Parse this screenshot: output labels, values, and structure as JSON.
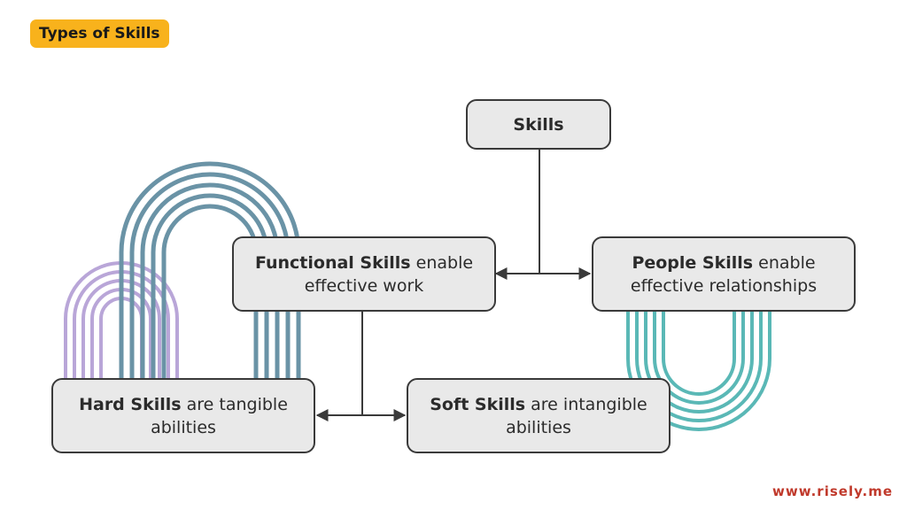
{
  "title": "Types of Skills",
  "colors": {
    "tag": "#f8b21c",
    "arch_purple": "#b9a6d8",
    "arch_slate": "#6a93a6",
    "arch_teal": "#5ab8b6",
    "node_fill": "#e9e9e9",
    "node_border": "#3a3a3a",
    "footer": "#c0392b"
  },
  "nodes": {
    "skills": {
      "bold": "Skills",
      "rest": ""
    },
    "functional": {
      "bold": "Functional Skills",
      "rest": " enable effective work"
    },
    "people": {
      "bold": "People Skills",
      "rest": " enable effective relationships"
    },
    "hard": {
      "bold": "Hard Skills",
      "rest": " are tangible abilities"
    },
    "soft": {
      "bold": "Soft Skills",
      "rest": " are intangible abilities"
    }
  },
  "edges": [
    {
      "from": "skills",
      "to": "functional"
    },
    {
      "from": "skills",
      "to": "people"
    },
    {
      "from": "functional",
      "to": "hard"
    },
    {
      "from": "functional",
      "to": "soft"
    }
  ],
  "footer": "www.risely.me"
}
